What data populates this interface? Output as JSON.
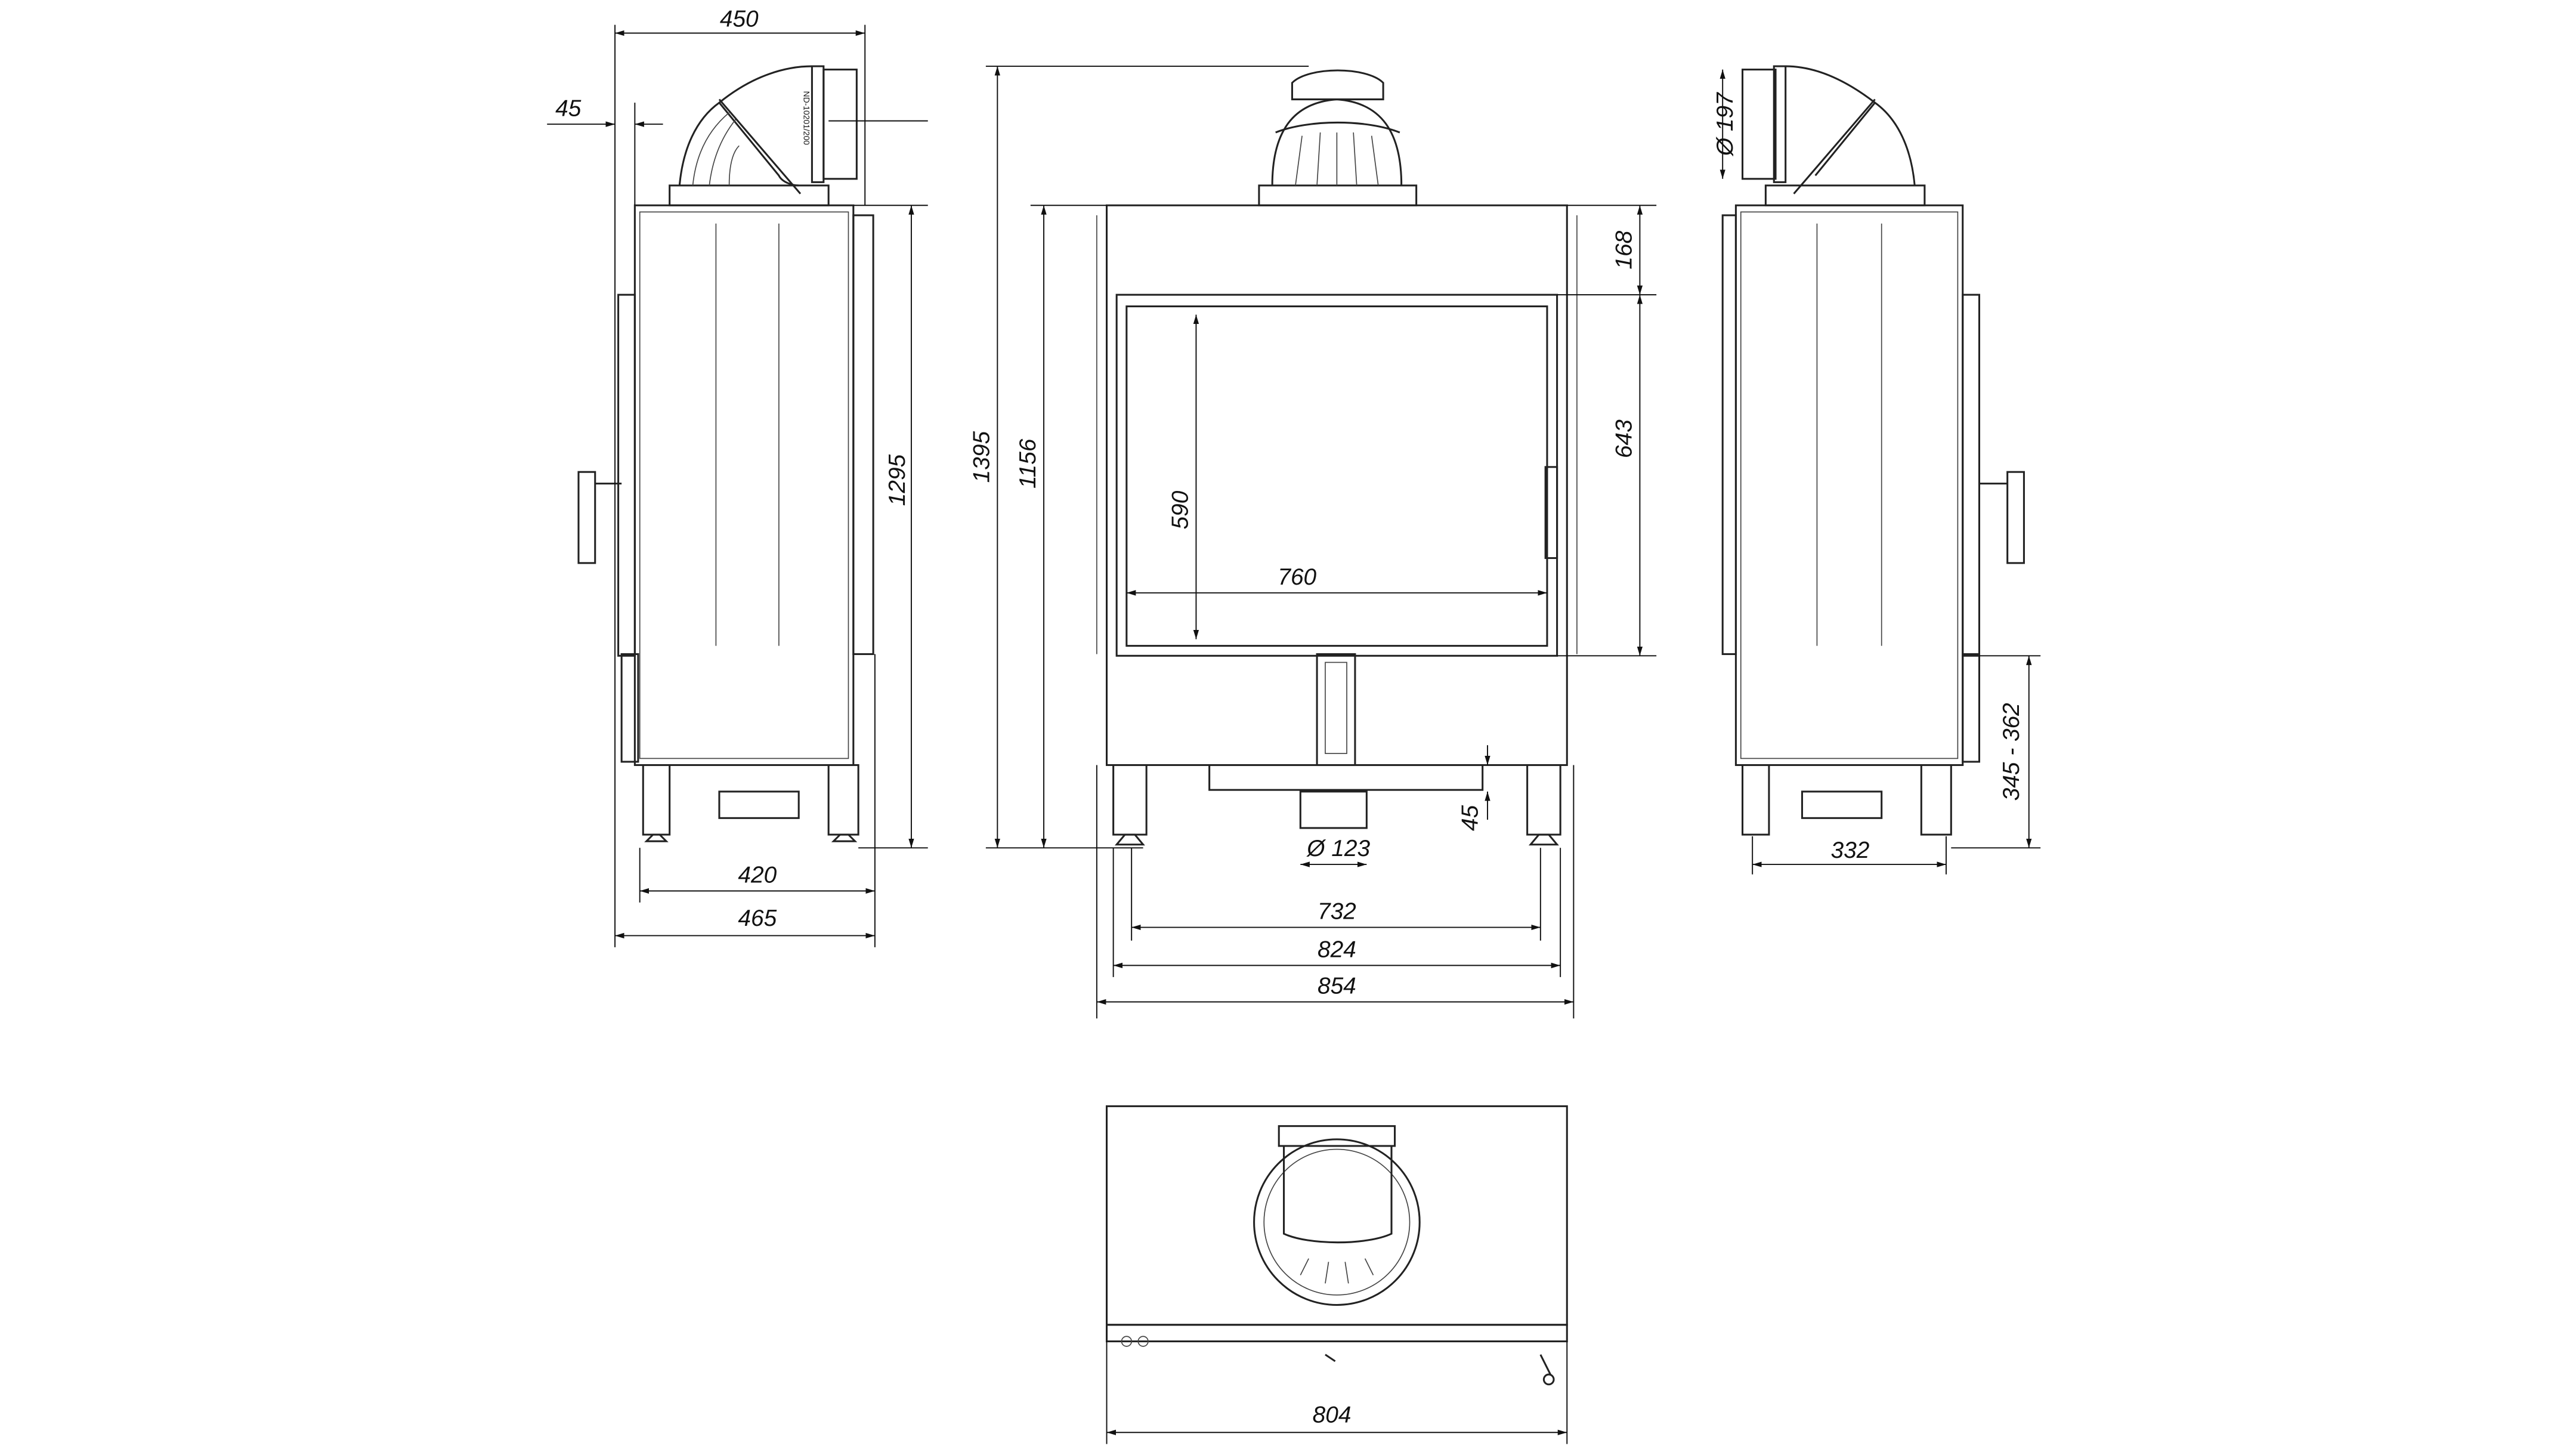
{
  "side_view_left": {
    "dims": {
      "width_top": "450",
      "offset": "45",
      "height": "1295",
      "feet_width": "420",
      "depth": "465"
    },
    "flue_label": "ND-10201/200"
  },
  "front_view": {
    "dims": {
      "total_height": "1395",
      "body_height": "1156",
      "top_to_door": "168",
      "door_height": "643",
      "glass_height": "590",
      "glass_width": "760",
      "bottom_outlet": "Ø 123",
      "drawer_gap": "45",
      "inner_width": "732",
      "feet_width": "824",
      "total_width": "854"
    }
  },
  "side_view_right": {
    "dims": {
      "flue_diameter": "Ø 197",
      "door_sill_height": "345 - 362",
      "feet_width": "332"
    }
  },
  "top_view": {
    "dims": {
      "width": "804"
    }
  },
  "colors": {
    "line": "#222222",
    "background": "#ffffff"
  }
}
